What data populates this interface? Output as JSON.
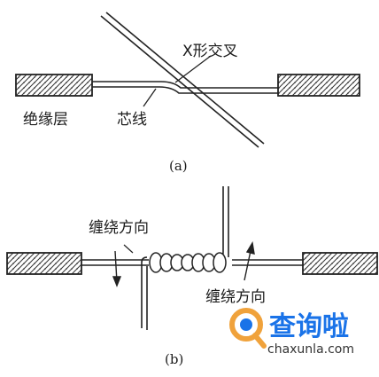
{
  "diagram_a": {
    "label_cross": "X形交叉",
    "label_insulation": "绝缘层",
    "label_core": "芯线",
    "caption": "(a)"
  },
  "diagram_b": {
    "label_direction_1": "缠绕方向",
    "label_direction_2": "缠绕方向",
    "caption": "(b)"
  },
  "watermark": {
    "brand": "查询啦",
    "domain": "chaxunla.com",
    "accent": "#f0a23b",
    "brand_color": "#1a73e8"
  }
}
